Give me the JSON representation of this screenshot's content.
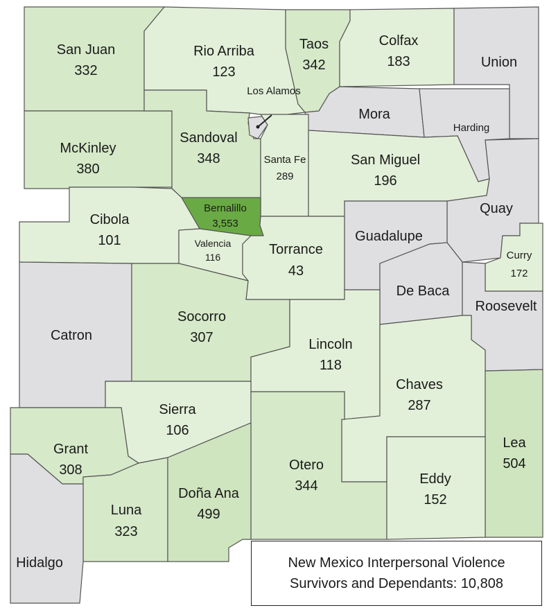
{
  "title": {
    "line1": "New Mexico Interpersonal Violence",
    "line2_prefix": "Survivors and Dependants:",
    "total": "10,808"
  },
  "colors": {
    "none": "#dfdfe1",
    "low": "#e3f0d9",
    "mid": "#d6e9c9",
    "high": "#cfe5bf",
    "max": "#6aaa45"
  },
  "counties": [
    {
      "name": "San Juan",
      "value": "332",
      "fill": "mid"
    },
    {
      "name": "Rio Arriba",
      "value": "123",
      "fill": "low"
    },
    {
      "name": "Taos",
      "value": "342",
      "fill": "mid"
    },
    {
      "name": "Colfax",
      "value": "183",
      "fill": "low"
    },
    {
      "name": "Union",
      "value": "",
      "fill": "none"
    },
    {
      "name": "Los Alamos",
      "value": "",
      "fill": "none"
    },
    {
      "name": "Mora",
      "value": "",
      "fill": "none"
    },
    {
      "name": "Harding",
      "value": "",
      "fill": "none"
    },
    {
      "name": "McKinley",
      "value": "380",
      "fill": "mid"
    },
    {
      "name": "Sandoval",
      "value": "348",
      "fill": "mid"
    },
    {
      "name": "Santa Fe",
      "value": "289",
      "fill": "low"
    },
    {
      "name": "San Miguel",
      "value": "196",
      "fill": "low"
    },
    {
      "name": "Quay",
      "value": "",
      "fill": "none"
    },
    {
      "name": "Cibola",
      "value": "101",
      "fill": "low"
    },
    {
      "name": "Bernalillo",
      "value": "3,553",
      "fill": "max"
    },
    {
      "name": "Valencia",
      "value": "116",
      "fill": "low"
    },
    {
      "name": "Torrance",
      "value": "43",
      "fill": "low"
    },
    {
      "name": "Guadalupe",
      "value": "",
      "fill": "none"
    },
    {
      "name": "Curry",
      "value": "172",
      "fill": "low"
    },
    {
      "name": "De Baca",
      "value": "",
      "fill": "none"
    },
    {
      "name": "Roosevelt",
      "value": "",
      "fill": "none"
    },
    {
      "name": "Catron",
      "value": "",
      "fill": "none"
    },
    {
      "name": "Socorro",
      "value": "307",
      "fill": "mid"
    },
    {
      "name": "Lincoln",
      "value": "118",
      "fill": "low"
    },
    {
      "name": "Chaves",
      "value": "287",
      "fill": "low"
    },
    {
      "name": "Sierra",
      "value": "106",
      "fill": "low"
    },
    {
      "name": "Grant",
      "value": "308",
      "fill": "mid"
    },
    {
      "name": "Lea",
      "value": "504",
      "fill": "high"
    },
    {
      "name": "Otero",
      "value": "344",
      "fill": "mid"
    },
    {
      "name": "Eddy",
      "value": "152",
      "fill": "low"
    },
    {
      "name": "Luna",
      "value": "323",
      "fill": "mid"
    },
    {
      "name": "Doña Ana",
      "value": "499",
      "fill": "high"
    },
    {
      "name": "Hidalgo",
      "value": "",
      "fill": "none"
    }
  ]
}
